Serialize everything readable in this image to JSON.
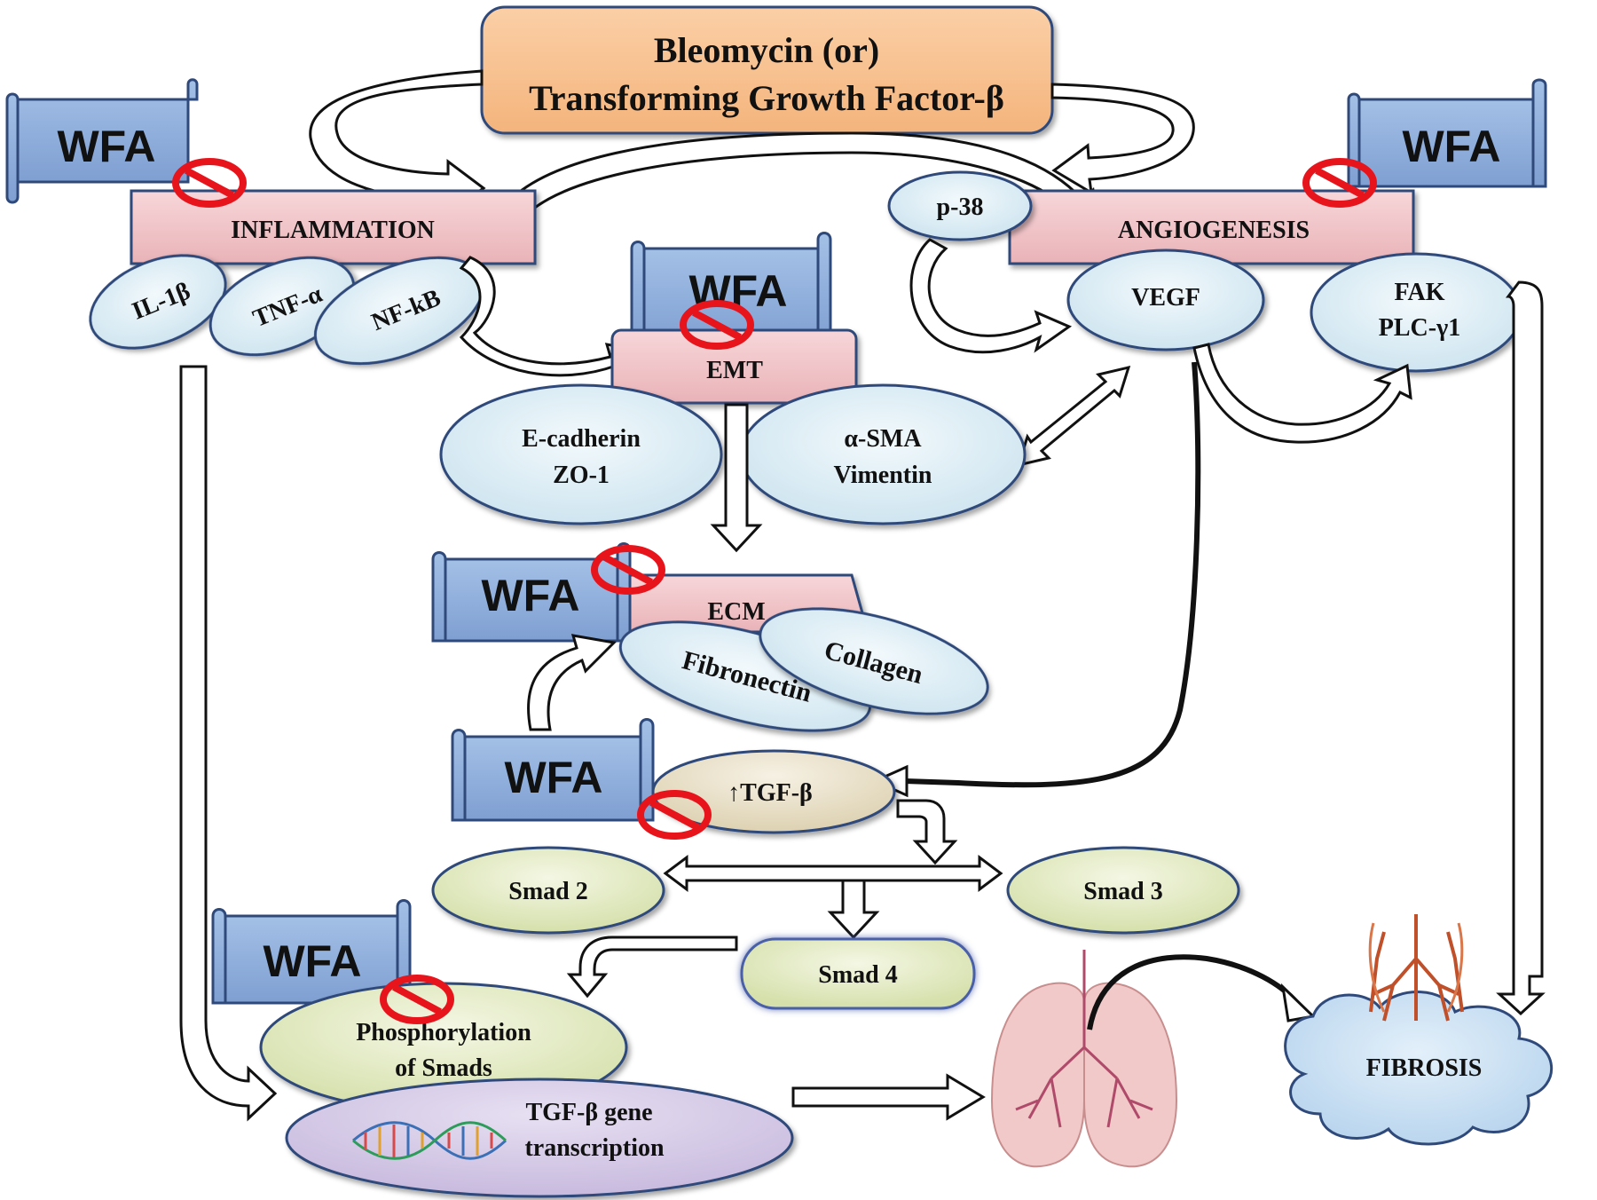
{
  "source_box": {
    "line1": "Bleomycin (or)",
    "line2": "Transforming Growth Factor-β"
  },
  "inhibitor_label": "WFA",
  "inflammation": {
    "title": "INFLAMMATION",
    "markers": [
      "IL-1β",
      "TNF-α",
      "NF-kB"
    ]
  },
  "angiogenesis": {
    "title": "ANGIOGENESIS",
    "p38": "p-38",
    "vegf": "VEGF",
    "fak_line1": "FAK",
    "fak_line2": "PLC-γ1"
  },
  "emt": {
    "title": "EMT",
    "epithelial_line1": "E-cadherin",
    "epithelial_line2": "ZO-1",
    "mesenchymal_line1": "α-SMA",
    "mesenchymal_line2": "Vimentin"
  },
  "ecm": {
    "title": "ECM",
    "fibronectin": "Fibronectin",
    "collagen": "Collagen"
  },
  "tgf": {
    "label": "↑TGF-β"
  },
  "smad": {
    "smad2": "Smad 2",
    "smad3": "Smad 3",
    "smad4": "Smad 4",
    "phospho_line1": "Phosphorylation",
    "phospho_line2": "of Smads"
  },
  "transcription": {
    "line1": "TGF-β gene",
    "line2": "transcription"
  },
  "fibrosis": {
    "label": "FIBROSIS"
  },
  "colors": {
    "source_fill": "#f9c08f",
    "scroll_fill": "#8eb0dc",
    "process_fill": "#f2c5c9",
    "oval_fill": "#dcedf5",
    "oval_stroke": "#2f4a7a",
    "smad_fill": "#e4ecc8",
    "tgf_fill": "#ece4cf",
    "transcription_fill": "#d5cbe6",
    "fibrosis_fill": "#c6dff2",
    "inhibit_red": "#e8141c"
  }
}
